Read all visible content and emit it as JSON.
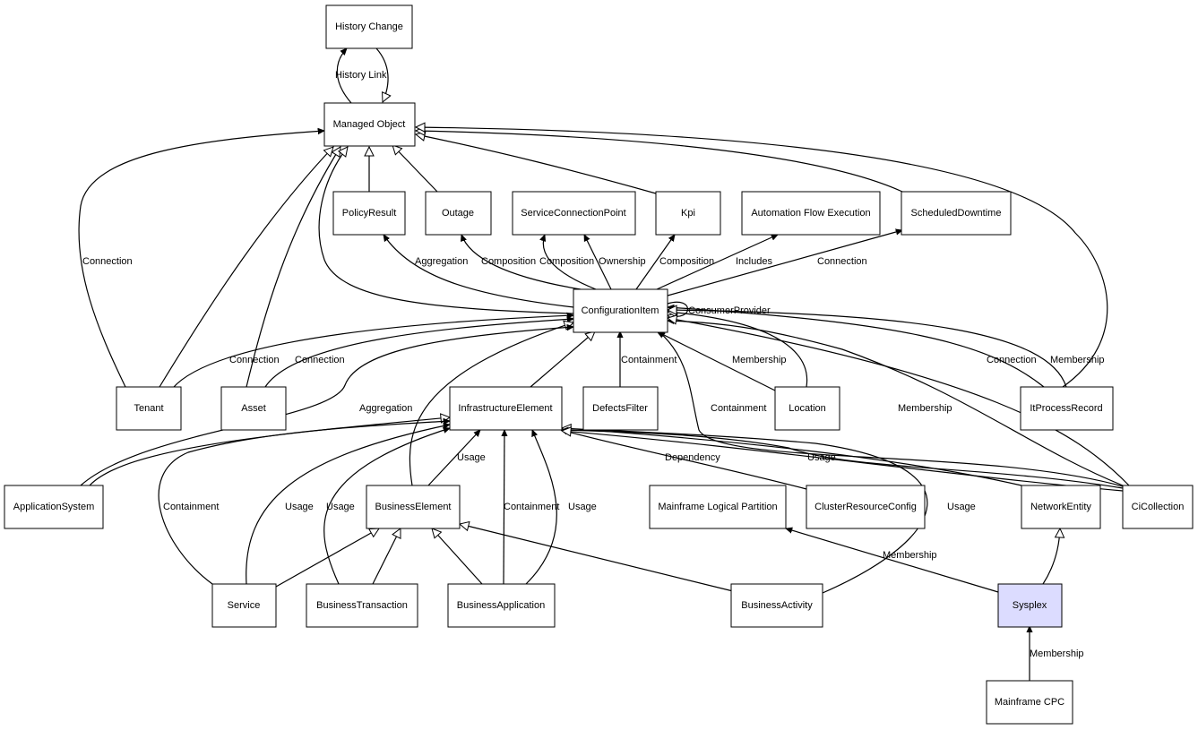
{
  "nodes": {
    "history_change": "History Change",
    "managed_object": "Managed Object",
    "policy_result": "PolicyResult",
    "outage": "Outage",
    "service_connection_point": "ServiceConnectionPoint",
    "kpi": "Kpi",
    "automation_flow_execution": "Automation Flow Execution",
    "scheduled_downtime": "ScheduledDowntime",
    "configuration_item": "ConfigurationItem",
    "tenant": "Tenant",
    "asset": "Asset",
    "infrastructure_element": "InfrastructureElement",
    "defects_filter": "DefectsFilter",
    "location": "Location",
    "it_process_record": "ItProcessRecord",
    "application_system": "ApplicationSystem",
    "business_element": "BusinessElement",
    "mainframe_logical_partition": "Mainframe Logical Partition",
    "cluster_resource_config": "ClusterResourceConfig",
    "network_entity": "NetworkEntity",
    "ci_collection": "CiCollection",
    "service": "Service",
    "business_transaction": "BusinessTransaction",
    "business_application": "BusinessApplication",
    "business_activity": "BusinessActivity",
    "sysplex": "Sysplex",
    "mainframe_cpc": "Mainframe CPC"
  },
  "edge_labels": {
    "history_link": "History Link",
    "tenant_mo_connection": "Connection",
    "aggregation_policy": "Aggregation",
    "composition_outage": "Composition",
    "composition_scp": "Composition",
    "ownership_scp": "Ownership",
    "composition_kpi": "Composition",
    "includes_afe": "Includes",
    "connection_sd": "Connection",
    "consumer_provider": "ConsumerProvider",
    "tenant_ci_connection": "Connection",
    "asset_ci_connection": "Connection",
    "defects_containment": "Containment",
    "location_membership": "Membership",
    "itpr_connection": "Connection",
    "itpr_membership": "Membership",
    "appsys_aggregation": "Aggregation",
    "cicoll_containment": "Containment",
    "cicoll_membership": "Membership",
    "service_containment": "Containment",
    "service_usage": "Usage",
    "bt_usage": "Usage",
    "be_usage": "Usage",
    "ba_containment": "Containment",
    "ba_usage": "Usage",
    "crc_dependency": "Dependency",
    "ne_usage": "Usage",
    "bact_usage": "Usage",
    "sysplex_membership": "Membership",
    "cpc_membership": "Membership"
  }
}
